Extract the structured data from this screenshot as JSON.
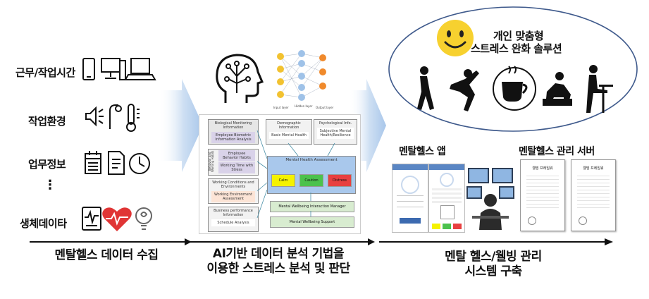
{
  "inputs": {
    "work_time": "근무/작업시간",
    "work_env": "작업환경",
    "work_info": "업무정보",
    "ellipsis": "⋮",
    "bio_data": "생체데이타"
  },
  "stages": {
    "collect": "멘탈헬스 데이터 수집",
    "analysis_line1": "AI기반 데이터 분석 기법을",
    "analysis_line2": "이용한 스트레스 분석 및 판단",
    "system_line1": "멘탈 헬스/웰빙 관리",
    "system_line2": "시스템 구축"
  },
  "solution": {
    "line1": "개인 맞춤형",
    "line2": "스트레스 완화 솔루션"
  },
  "outputs": {
    "app": "멘탈헬스 앱",
    "server": "멘탈헬스 관리 서버"
  },
  "flow_diagram": {
    "bio_monitor": "Biological Monitoring Information",
    "employee_bio": "Employee Biometric Information Analysis",
    "demographic": "Demographic Information",
    "basic_mh": "Basic Mental Health",
    "psych_info": "Psychological Info.",
    "subjective": "Subjective Mental Health/Resilience",
    "behavior": "Employee Behavior Habits",
    "working_time": "Working Time with Stress",
    "side_label": "Behavior and Working Habits",
    "working_cond": "Working Conditions and Environments",
    "env_assess": "Working Environment Assessment",
    "mh_assess": "Mental Health Assessment",
    "calm": "Calm",
    "caution": "Caution",
    "distress": "Distress",
    "business_perf": "Business performance Information",
    "schedule": "Schedule Analysis",
    "interaction_mgr": "Mental Wellbeing Interaction Manager",
    "wellbeing_support": "Mental Wellbeing Support"
  },
  "nn_labels": {
    "input": "Input layer",
    "hidden": "Hidden layer",
    "output": "Output layer"
  },
  "server_docs": {
    "doc_title": "웰빙 프레임워"
  },
  "colors": {
    "arrow_fill": "#c9d9ee",
    "ellipse_stroke": "#3f5a8c",
    "smiley": "#f7d12f",
    "calm": "#f5f200",
    "caution": "#4cc24c",
    "distress": "#e84040",
    "assess_bg": "#a9c8ec"
  }
}
